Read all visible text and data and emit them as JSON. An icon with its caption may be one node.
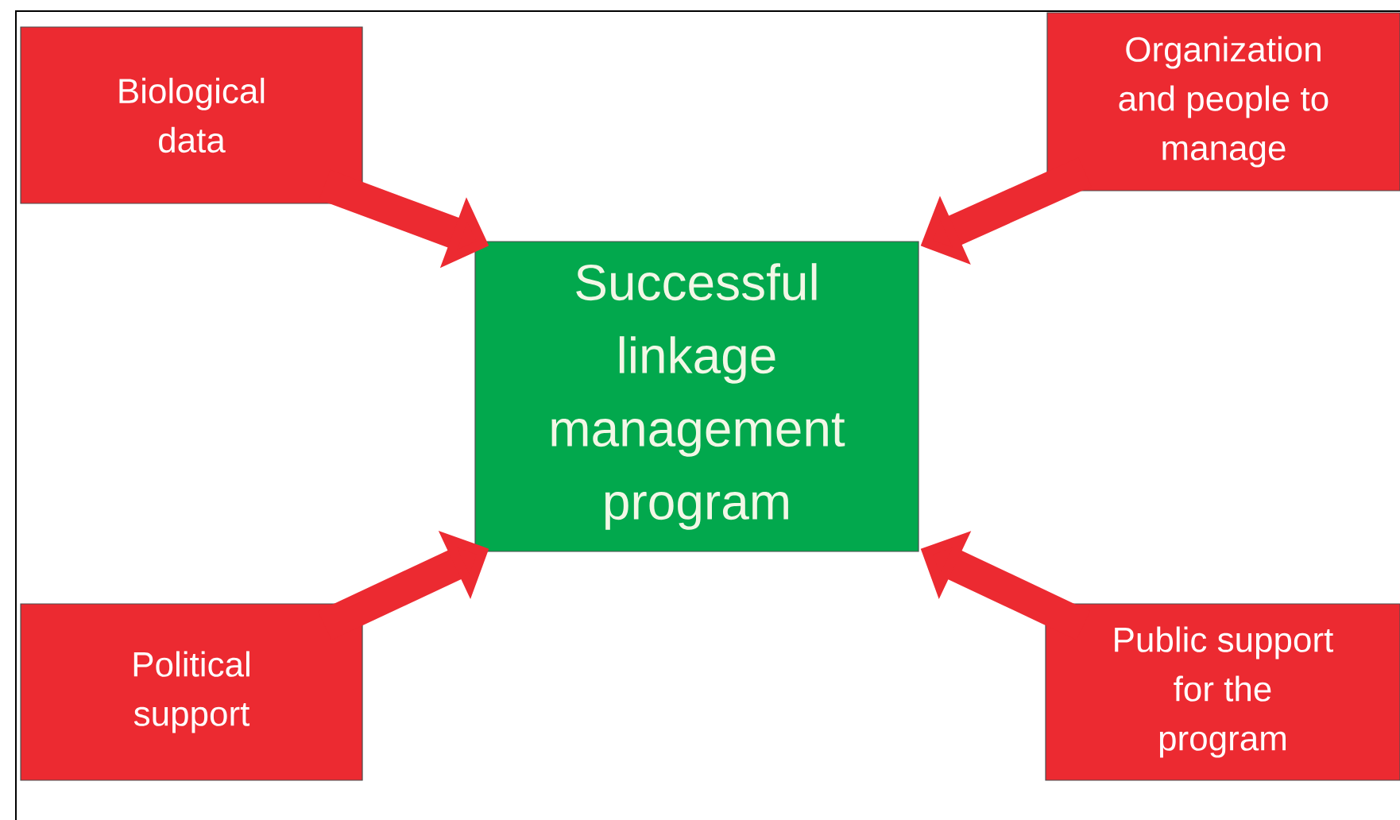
{
  "diagram": {
    "nodes": [
      {
        "text": [
          "Biological data"
        ]
      },
      {
        "text": [
          "Organization and people to manage"
        ]
      },
      {
        "text": [
          "Successful linkage management program"
        ]
      },
      {
        "text": [
          "Political support"
        ]
      },
      {
        "text": [
          "Public support for the program"
        ]
      }
    ],
    "edges": [
      {
        "from": 0,
        "to": 2,
        "arrow": "to"
      },
      {
        "from": 1,
        "to": 2,
        "arrow": "to"
      },
      {
        "from": 3,
        "to": 2,
        "arrow": "to"
      },
      {
        "from": 4,
        "to": 2,
        "arrow": "to"
      }
    ]
  }
}
